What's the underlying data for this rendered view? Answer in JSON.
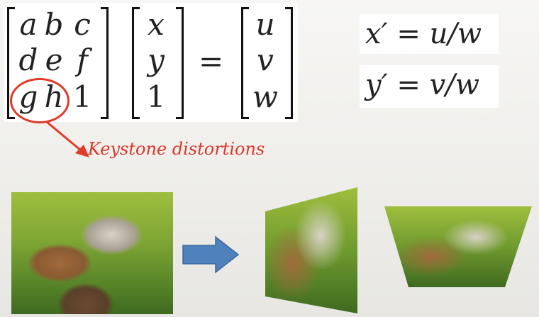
{
  "matrix": {
    "rows": [
      [
        "a",
        "b",
        "c"
      ],
      [
        "d",
        "e",
        "f"
      ],
      [
        "g",
        "h",
        "1"
      ]
    ],
    "vector_in": [
      "x",
      "y",
      "1"
    ],
    "equals": "=",
    "vector_out": [
      "u",
      "v",
      "w"
    ]
  },
  "equations": {
    "x_prime": "x′ = u/w",
    "y_prime": "y′ = v/w"
  },
  "annotation": {
    "caption": "Keystone distortions",
    "color": "#d7392b"
  },
  "images": {
    "original": "kittens-photo",
    "arrow": "right-arrow",
    "warped_side": "kittens-keystone-side",
    "warped_trapezoid": "kittens-keystone-trapezoid",
    "arrow_color": "#4f81bd"
  }
}
